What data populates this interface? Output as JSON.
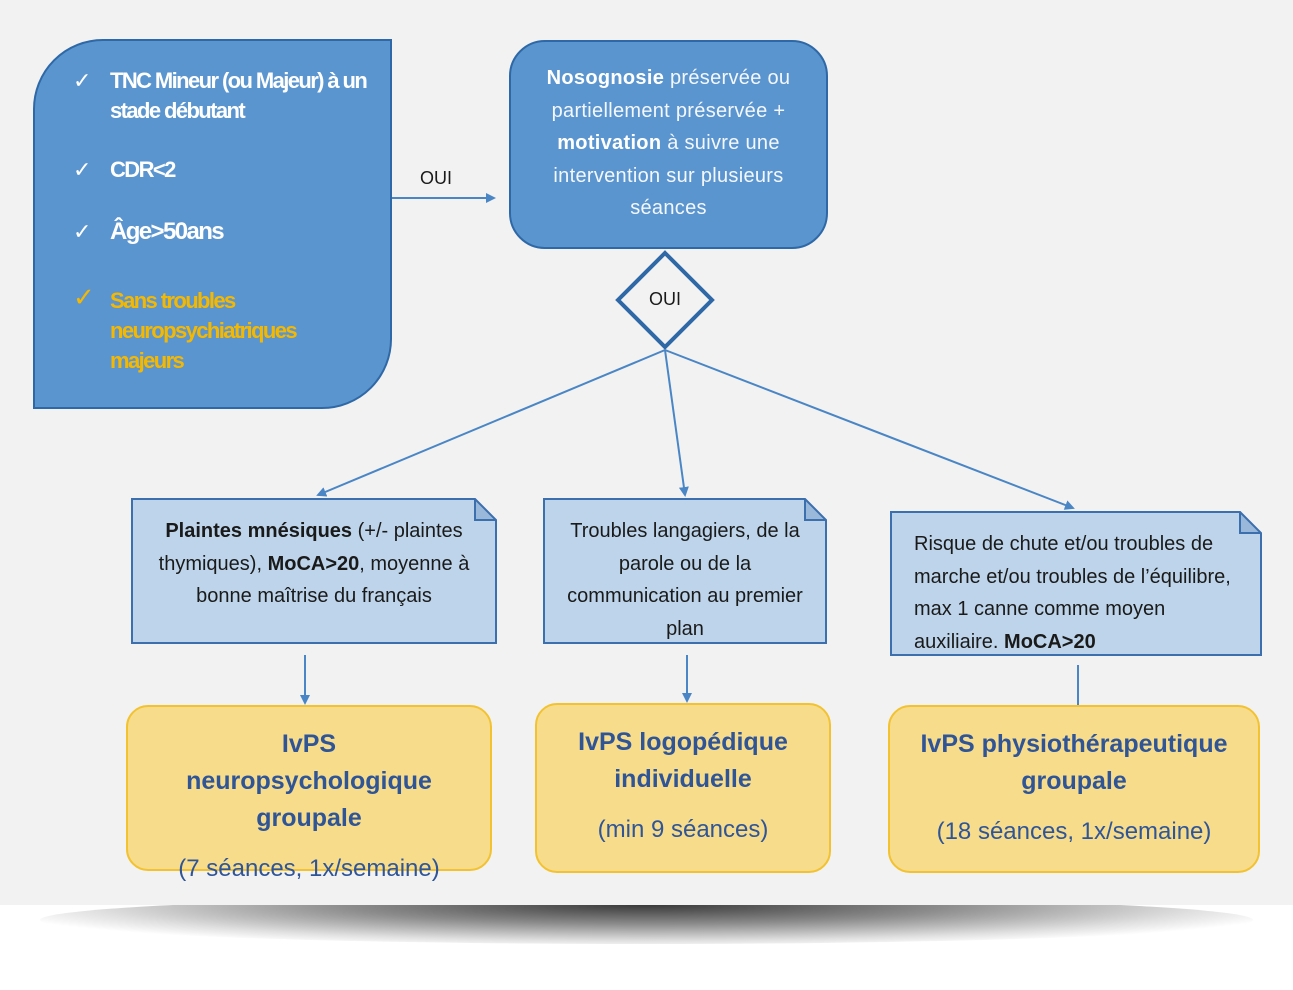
{
  "criteria": [
    {
      "check": "✓",
      "text": "TNC Mineur (ou Majeur) à un stade débutant",
      "color": "#ffffff"
    },
    {
      "check": "✓",
      "text": "CDR<2",
      "color": "#ffffff"
    },
    {
      "check": "✓",
      "text": "Âge>50ans",
      "color": "#ffffff"
    },
    {
      "check": "✓",
      "text": "Sans troubles neuropsychiatriques majeurs",
      "color": "#f5b800"
    }
  ],
  "arrow_label_right": "OUI",
  "diamond_label": "OUI",
  "nosognosie": {
    "bold1": "Nosognosie",
    "text1": " préservée ou partiellement préservée + ",
    "bold2": "motivation",
    "text2": " à suivre une intervention sur plusieurs séances"
  },
  "branches": [
    {
      "condition": {
        "parts": [
          {
            "bold": true,
            "text": "Plaintes mnésiques"
          },
          {
            "bold": false,
            "text": " (+/- plaintes thymiques), "
          },
          {
            "bold": true,
            "text": "MoCA>20"
          },
          {
            "bold": false,
            "text": ", moyenne à bonne maîtrise du français"
          }
        ]
      },
      "intervention": {
        "title": "IvPS neuropsychologique groupale",
        "detail": "(7 séances, 1x/semaine)"
      }
    },
    {
      "condition": {
        "parts": [
          {
            "bold": false,
            "text": "Troubles langagiers, de la parole ou de la communication au premier plan"
          }
        ]
      },
      "intervention": {
        "title": "IvPS logopédique individuelle",
        "detail": "(min 9 séances)"
      }
    },
    {
      "condition": {
        "parts": [
          {
            "bold": false,
            "text": "Risque de chute et/ou troubles de marche et/ou troubles de l’équilibre, max 1 canne comme moyen auxiliaire. "
          },
          {
            "bold": true,
            "text": "MoCA>20"
          }
        ]
      },
      "intervention": {
        "title": "IvPS physiothérapeutique groupale",
        "detail": "(18 séances, 1x/semaine)"
      }
    }
  ],
  "colors": {
    "dark_blue_fill": "#5b95cf",
    "dark_blue_border": "#2e68a6",
    "light_blue_fill": "#bdd4ea",
    "yellow_fill": "#f7dc8c",
    "yellow_border": "#f2c230",
    "title_blue": "#2f5597",
    "warning_yellow": "#f5b800",
    "arrow": "#4a86c5"
  }
}
